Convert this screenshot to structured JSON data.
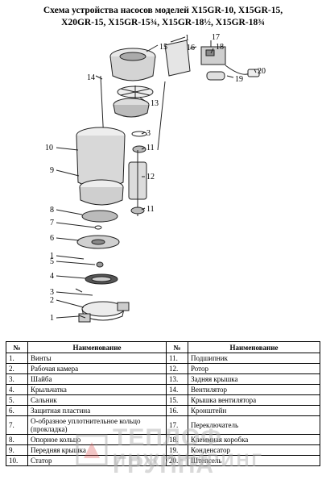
{
  "title": {
    "line1": "Схема устройства насосов моделей X15GR-10, X15GR-15,",
    "line2": "X20GR-15, X15GR-15¾, X15GR-18½, X15GR-18¾"
  },
  "callouts": [
    "1",
    "2",
    "3",
    "4",
    "5",
    "6",
    "7",
    "8",
    "9",
    "10",
    "11",
    "12",
    "13",
    "14",
    "15",
    "16",
    "17",
    "18",
    "19",
    "20"
  ],
  "table": {
    "headers": [
      "№",
      "Наименование",
      "№",
      "Наименование"
    ],
    "rows": [
      {
        "n1": "1.",
        "name1": "Винты",
        "n2": "11.",
        "name2": "Подшипник"
      },
      {
        "n1": "2.",
        "name1": "Рабочая камера",
        "n2": "12.",
        "name2": "Ротор"
      },
      {
        "n1": "3.",
        "name1": "Шайба",
        "n2": "13.",
        "name2": "Задняя крышка"
      },
      {
        "n1": "4.",
        "name1": "Крыльчатка",
        "n2": "14.",
        "name2": "Вентилятор"
      },
      {
        "n1": "5.",
        "name1": "Сальник",
        "n2": "15.",
        "name2": "Крышка вентилятора"
      },
      {
        "n1": "6.",
        "name1": "Защитная пластина",
        "n2": "16.",
        "name2": "Кронштейн"
      },
      {
        "n1": "7.",
        "name1": "О-образное уплотнительное кольцо (прокладка)",
        "n2": "17.",
        "name2": "Переключатель"
      },
      {
        "n1": "8.",
        "name1": "Опорное кольцо",
        "n2": "18.",
        "name2": "Клеммная коробка"
      },
      {
        "n1": "9.",
        "name1": "Передняя крышка",
        "n2": "19.",
        "name2": "Конденсатор"
      },
      {
        "n1": "10.",
        "name1": "Статор",
        "n2": "20.",
        "name2": "Штепсель"
      }
    ]
  },
  "watermark": {
    "line1": "ТЕПЛОФ ГРУППА",
    "line2": "ИНЖИНИРИНГ"
  }
}
